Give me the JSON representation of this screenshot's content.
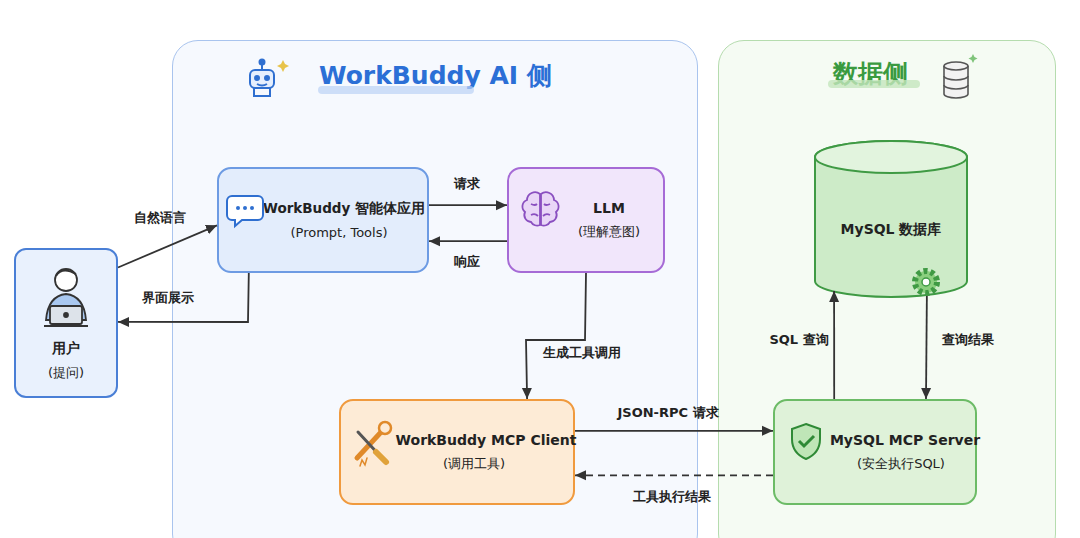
{
  "diagram": {
    "nodes": [
      {
        "text": [
          "WorkBuddy AI 侧"
        ]
      },
      {
        "text": [
          "数据侧"
        ]
      },
      {
        "text": [
          "用户",
          "(提问)"
        ]
      },
      {
        "text": [
          "WorkBuddy 智能体应用",
          "(Prompt, Tools)"
        ],
        "in": 0
      },
      {
        "text": [
          "LLM",
          "(理解意图)"
        ],
        "in": 0
      },
      {
        "text": [
          "WorkBuddy MCP Client",
          "(调用工具)"
        ],
        "in": 0
      },
      {
        "text": [
          "MySQL 数据库"
        ],
        "in": 1
      },
      {
        "text": [
          "MySQL MCP Server",
          "(安全执行SQL)"
        ],
        "in": 1
      }
    ],
    "edges": [
      {
        "from": 2,
        "to": 3,
        "label": "自然语言",
        "arrow": "to"
      },
      {
        "from": 3,
        "to": 2,
        "label": "界面展示",
        "arrow": "to"
      },
      {
        "from": 3,
        "to": 4,
        "label": "请求",
        "arrow": "to"
      },
      {
        "from": 4,
        "to": 3,
        "label": "响应",
        "arrow": "to"
      },
      {
        "from": 4,
        "to": 5,
        "label": "生成工具调用",
        "arrow": "to"
      },
      {
        "from": 5,
        "to": 7,
        "label": "JSON-RPC 请求",
        "arrow": "to"
      },
      {
        "from": 7,
        "to": 5,
        "label": "工具执行结果",
        "arrow": "to"
      },
      {
        "from": 7,
        "to": 6,
        "label": "SQL 查询",
        "arrow": "to"
      },
      {
        "from": 6,
        "to": 7,
        "label": "查询结果",
        "arrow": "to"
      }
    ]
  }
}
